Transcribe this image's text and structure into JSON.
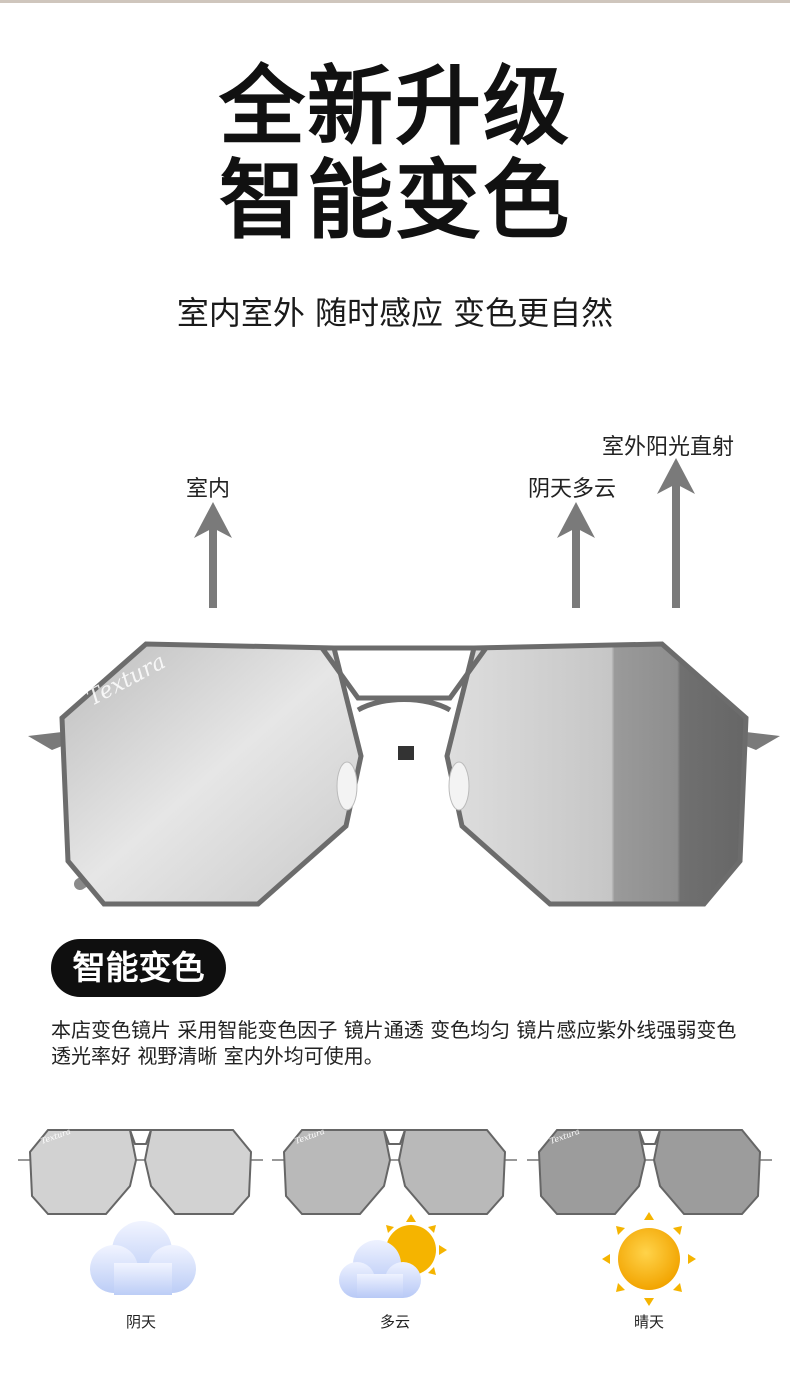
{
  "header": {
    "title_line1": "全新升级",
    "title_line2": "智能变色",
    "subtitle": "室内室外 随时感应 变色更自然"
  },
  "arrows": {
    "indoor": "室内",
    "cloudy": "阴天多云",
    "sunlight": "室外阳光直射"
  },
  "hero": {
    "brand_logo_text": "Textura"
  },
  "feature": {
    "badge": "智能变色",
    "description": "本店变色镜片 采用智能变色因子 镜片通透 变色均匀 镜片感应紫外线强弱变色 透光率好 视野清晰 室内外均可使用。"
  },
  "weather": [
    {
      "label": "阴天",
      "icon": "cloud-icon"
    },
    {
      "label": "多云",
      "icon": "partly-cloudy-icon"
    },
    {
      "label": "晴天",
      "icon": "sun-icon"
    }
  ],
  "colors": {
    "frame": "#6c6c6c",
    "lens_light": "#e2e2e2",
    "lens_dark": "#6e6e6e",
    "arrow": "#7a7a7a",
    "sun": "#f5b400",
    "cloud": "#c8d6f8"
  }
}
